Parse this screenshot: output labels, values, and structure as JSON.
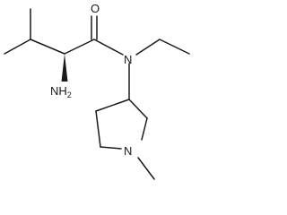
{
  "molecule": {
    "atoms": {
      "oxygen": "O",
      "amide_nitrogen": "N",
      "ring_nitrogen": "N",
      "amine_symbol": "NH",
      "amine_subscript": "2"
    },
    "stereo_bond": "wedge-bold",
    "bond_color": "#1a1a1a"
  }
}
